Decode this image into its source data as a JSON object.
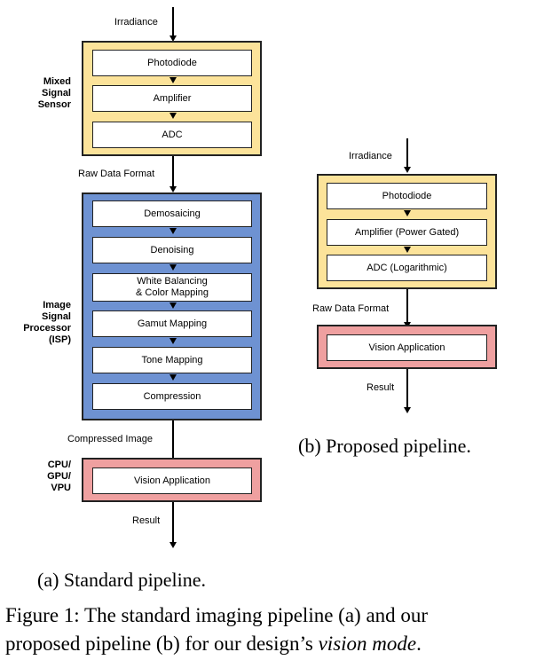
{
  "standard": {
    "input_label": "Irradiance",
    "sensor": {
      "side_label": [
        "Mixed",
        "Signal",
        "Sensor"
      ],
      "stages": [
        "Photodiode",
        "Amplifier",
        "ADC"
      ]
    },
    "raw_label": "Raw Data Format",
    "isp": {
      "side_label": [
        "Image",
        "Signal",
        "Processor",
        "(ISP)"
      ],
      "stages": [
        "Demosaicing",
        "Denoising",
        "White Balancing\n& Color Mapping",
        "Gamut Mapping",
        "Tone Mapping",
        "Compression"
      ]
    },
    "compressed_label": "Compressed Image",
    "cpu": {
      "side_label": [
        "CPU/",
        "GPU/",
        "VPU"
      ],
      "stage": "Vision Application"
    },
    "output_label": "Result",
    "caption": "(a) Standard pipeline."
  },
  "proposed": {
    "input_label": "Irradiance",
    "sensor": {
      "stages": [
        "Photodiode",
        "Amplifier (Power Gated)",
        "ADC (Logarithmic)"
      ]
    },
    "raw_label": "Raw Data Format",
    "app": {
      "stage": "Vision Application"
    },
    "output_label": "Result",
    "caption": "(b) Proposed pipeline."
  },
  "figure_caption": {
    "prefix": "Figure 1: The standard imaging pipeline (a) and our",
    "line2_start": "proposed pipeline (b) for our design’s ",
    "line2_em": "vision mode",
    "line2_end": "."
  }
}
